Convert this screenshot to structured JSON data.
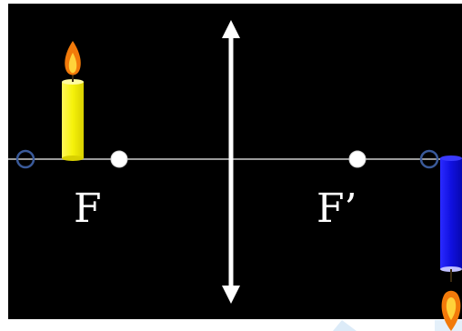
{
  "labels": {
    "focus_left": "F",
    "focus_right": "F’"
  },
  "colors": {
    "background": "#000000",
    "axis": "#9a9a9a",
    "lens": "#ffffff",
    "focal_point": "#ffffff",
    "object_candle": "#f5f20a",
    "image_candle": "#1010e0",
    "flame_outer": "#f27a0a",
    "flame_inner": "#ffd23a",
    "twice_focal_marker": "#3a5a9a"
  },
  "icons": {
    "lens": "double-arrow-lens-icon",
    "object": "upright-candle-icon",
    "image": "inverted-candle-icon",
    "focal_point": "focal-point-dot",
    "twice_focal": "open-circle-marker"
  }
}
